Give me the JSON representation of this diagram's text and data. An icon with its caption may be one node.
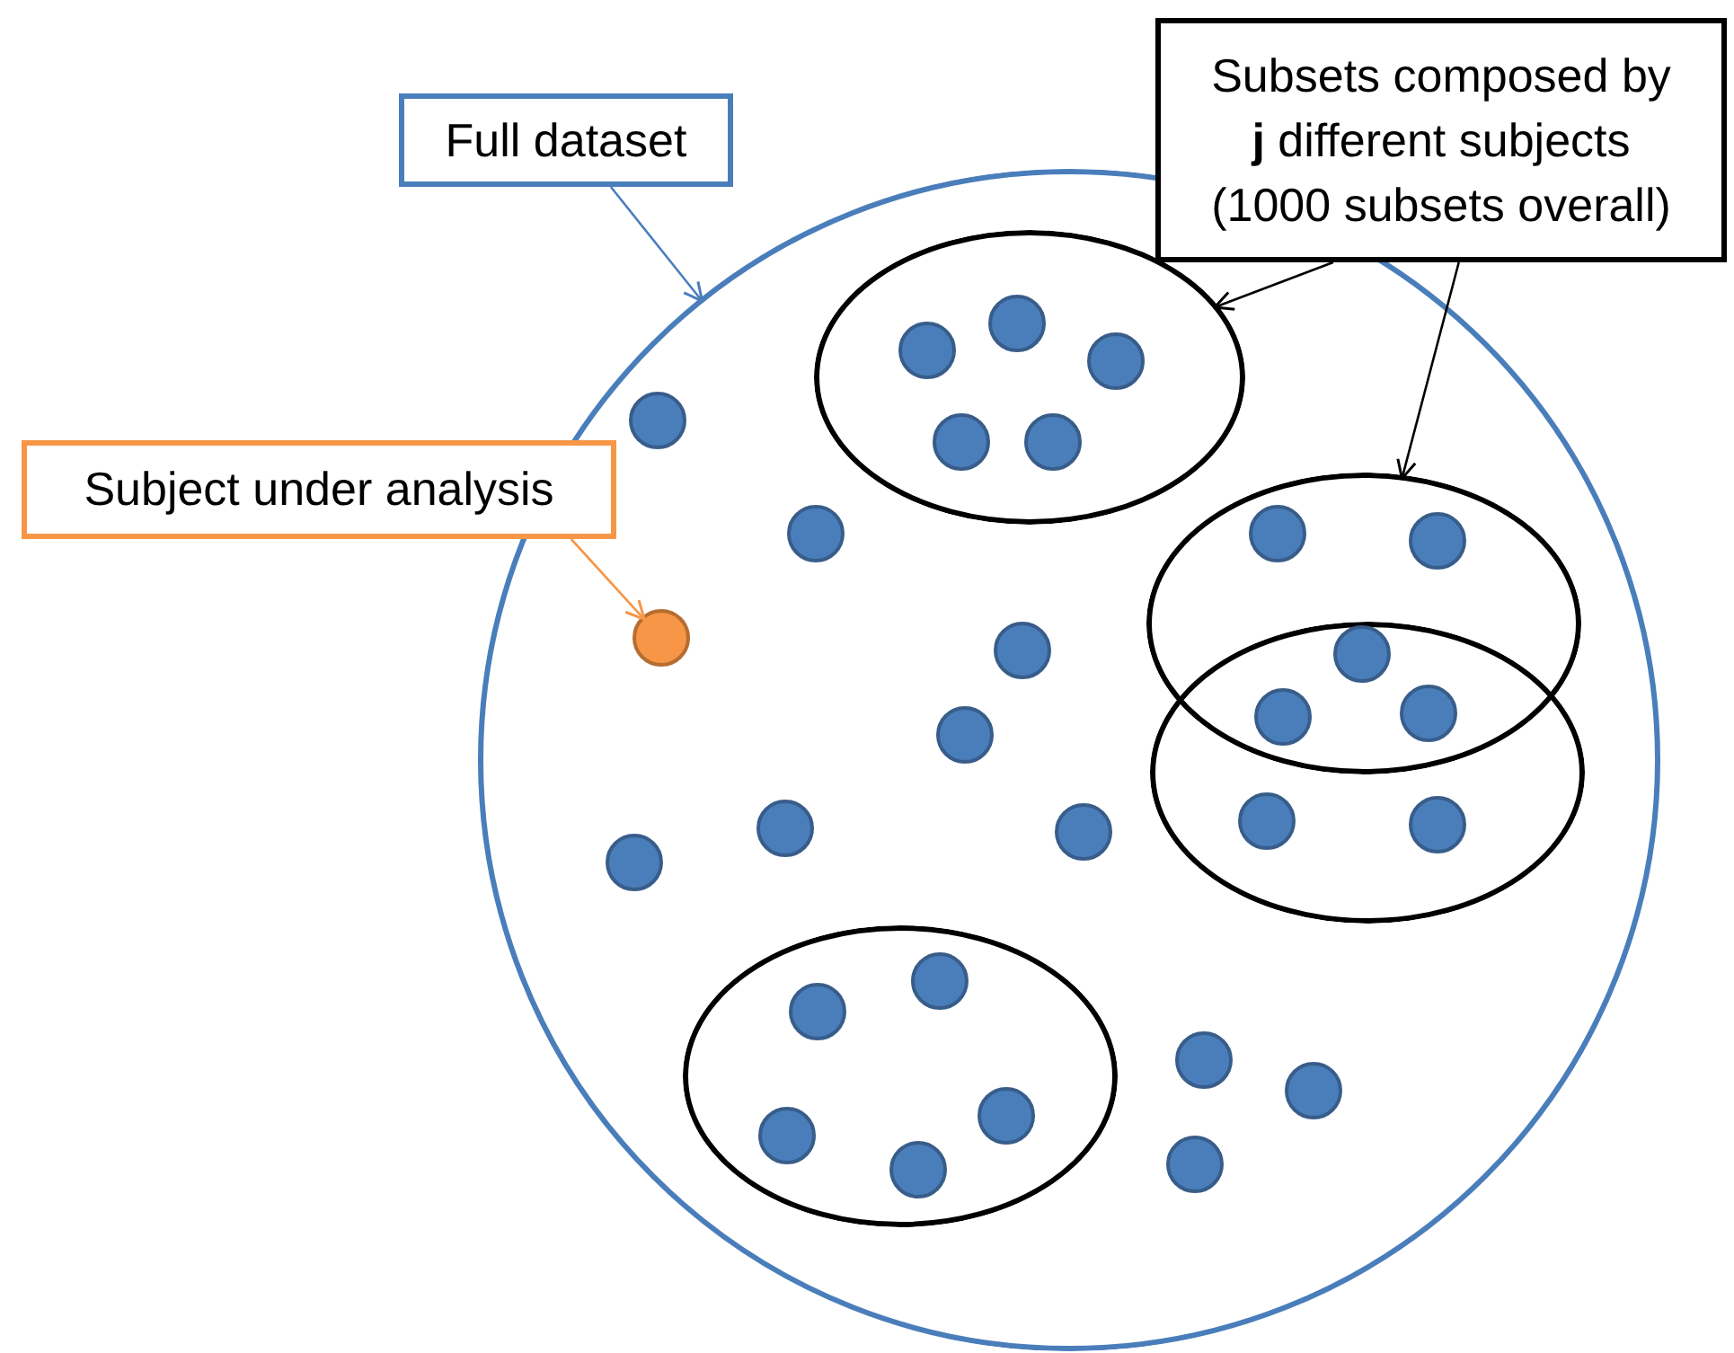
{
  "diagram": {
    "nodes": [
      {
        "text": [
          "Full dataset"
        ]
      },
      {
        "text": [
          "Subject under analysis"
        ]
      },
      {
        "text": [
          "Subsets composed by **j** different subjects (1000 subsets overall)"
        ]
      },
      {
        "text": [],
        "shape": "circle"
      },
      {
        "text": [],
        "shape": "ellipse",
        "in": 3
      },
      {
        "text": [],
        "shape": "ellipse",
        "in": 3
      },
      {
        "text": [],
        "shape": "ellipse",
        "in": 3
      },
      {
        "text": [],
        "shape": "ellipse",
        "in": 3
      },
      {
        "text": [],
        "shape": "circle",
        "in": 4
      },
      {
        "text": [],
        "shape": "circle",
        "in": 4
      },
      {
        "text": [],
        "shape": "circle",
        "in": 4
      },
      {
        "text": [],
        "shape": "circle",
        "in": 4
      },
      {
        "text": [],
        "shape": "circle",
        "in": 4
      },
      {
        "text": [],
        "shape": "circle",
        "in": 3
      },
      {
        "text": [],
        "shape": "circle",
        "in": 3
      },
      {
        "text": [],
        "shape": "circle",
        "in": 5
      },
      {
        "text": [],
        "shape": "circle",
        "in": 5
      },
      {
        "text": [],
        "shape": "circle"
      },
      {
        "text": [],
        "shape": "circle",
        "in": 3
      },
      {
        "text": [],
        "shape": "circle",
        "in": 3
      },
      {
        "text": [],
        "shape": "circle"
      },
      {
        "text": [],
        "shape": "circle"
      },
      {
        "text": [],
        "shape": "circle",
        "in": 3
      },
      {
        "text": [],
        "shape": "circle",
        "in": 3
      },
      {
        "text": [],
        "shape": "circle",
        "in": 3
      },
      {
        "text": [],
        "shape": "circle",
        "in": 6
      },
      {
        "text": [],
        "shape": "circle",
        "in": 6
      },
      {
        "text": [],
        "shape": "circle",
        "in": 7
      },
      {
        "text": [],
        "shape": "circle",
        "in": 7
      },
      {
        "text": [],
        "shape": "circle",
        "in": 7
      },
      {
        "text": [],
        "shape": "circle",
        "in": 7
      },
      {
        "text": [],
        "shape": "circle",
        "in": 7
      },
      {
        "text": [],
        "shape": "circle",
        "in": 3
      },
      {
        "text": [],
        "shape": "circle",
        "in": 3
      },
      {
        "text": [],
        "shape": "circle",
        "in": 3
      },
      {
        "text": [],
        "shape": "circle",
        "in": 3
      }
    ],
    "edges": [
      {
        "from": 0,
        "to": 3,
        "arrow": "to",
        "color": "#4a7ebb"
      },
      {
        "from": 1,
        "to": 18,
        "arrow": "to",
        "color": "#f79646"
      },
      {
        "from": 2,
        "to": 4,
        "arrow": "to"
      },
      {
        "from": 2,
        "to": 5,
        "arrow": "to"
      }
    ]
  }
}
